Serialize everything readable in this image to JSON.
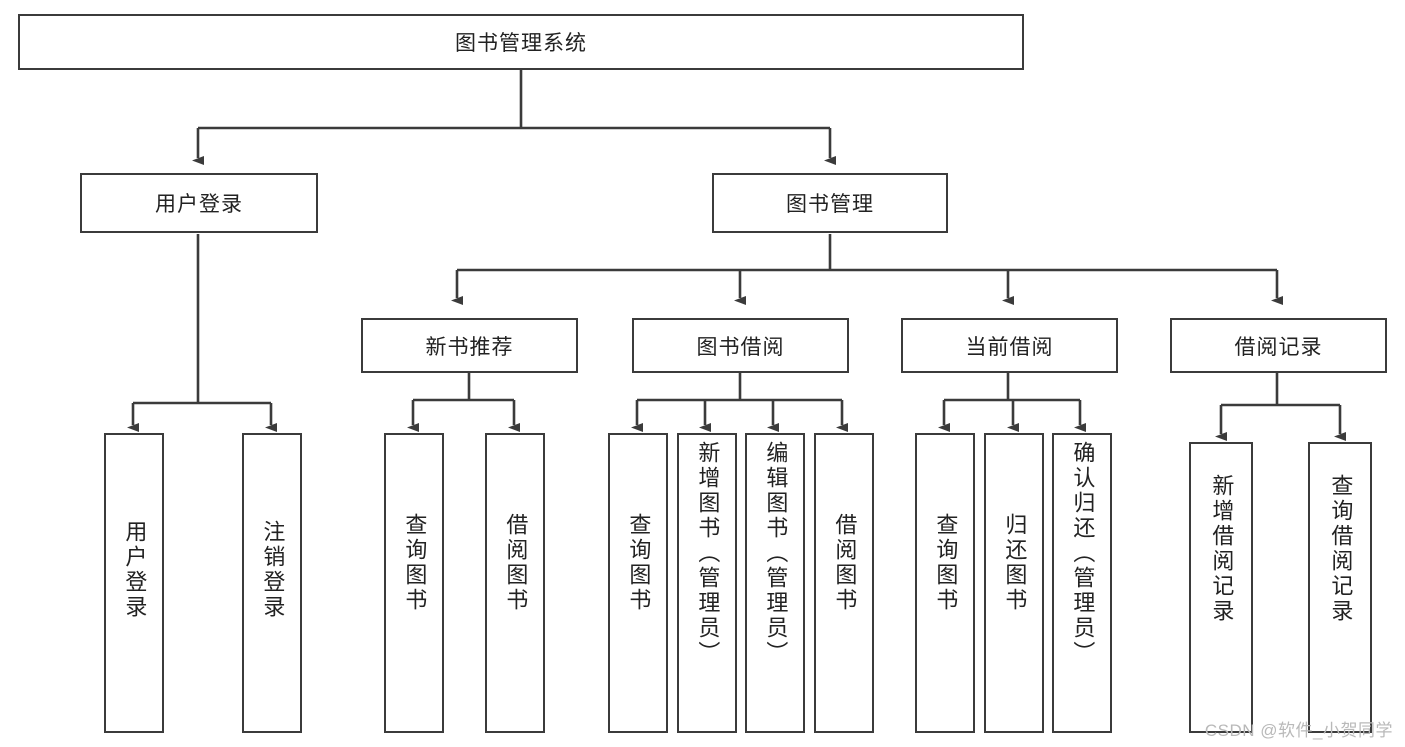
{
  "diagram": {
    "title": "图书管理系统",
    "type": "tree",
    "watermark": "CSDN @软件_小贺同学",
    "colors": {
      "border": "#3b3b3b",
      "background": "#ffffff",
      "text": "#222222",
      "watermark": "#b9b9b9"
    },
    "root": {
      "label": "图书管理系统"
    },
    "level2": [
      {
        "label": "用户登录"
      },
      {
        "label": "图书管理"
      }
    ],
    "level3": [
      {
        "label": "新书推荐"
      },
      {
        "label": "图书借阅"
      },
      {
        "label": "当前借阅"
      },
      {
        "label": "借阅记录"
      }
    ],
    "leaves": {
      "user_login": [
        {
          "label": "用户登录"
        },
        {
          "label": "注销登录"
        }
      ],
      "new_book_recommend": [
        {
          "label": "查询图书"
        },
        {
          "label": "借阅图书"
        }
      ],
      "book_borrow": [
        {
          "label": "查询图书"
        },
        {
          "label": "新增图书（管理员）"
        },
        {
          "label": "编辑图书（管理员）"
        },
        {
          "label": "借阅图书"
        }
      ],
      "current_borrow": [
        {
          "label": "查询图书"
        },
        {
          "label": "归还图书"
        },
        {
          "label": "确认归还（管理员）"
        }
      ],
      "borrow_record": [
        {
          "label": "新增借阅记录"
        },
        {
          "label": "查询借阅记录"
        }
      ]
    }
  }
}
